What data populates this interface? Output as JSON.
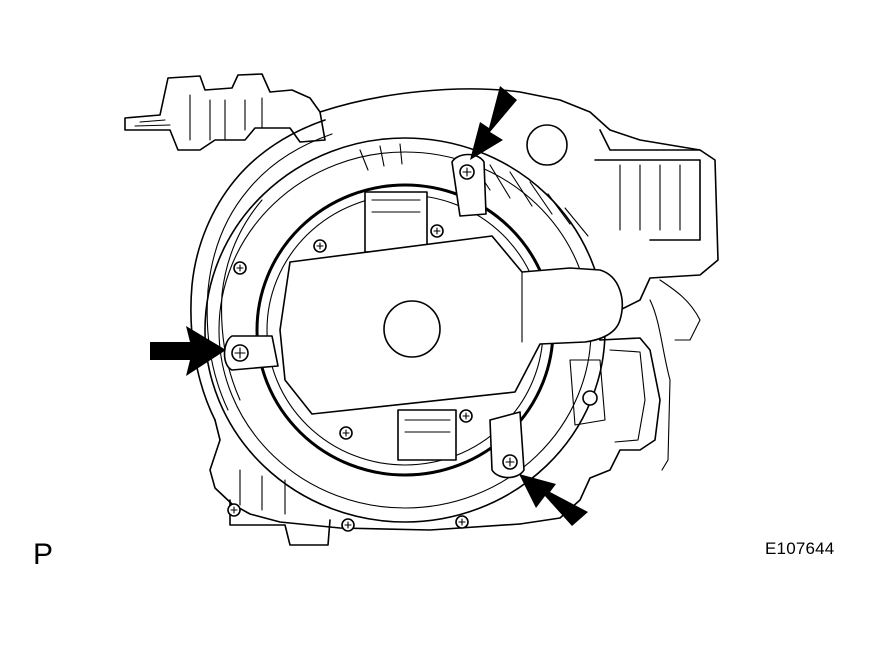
{
  "view_letter": "P",
  "figure_id": "E107644",
  "icons": {
    "blower_assembly": "blower-motor-assembly-illustration",
    "pointer": "black-arrow-icon",
    "fastener": "screw-icon"
  },
  "colors": {
    "ink": "#000000",
    "paper": "#ffffff"
  }
}
